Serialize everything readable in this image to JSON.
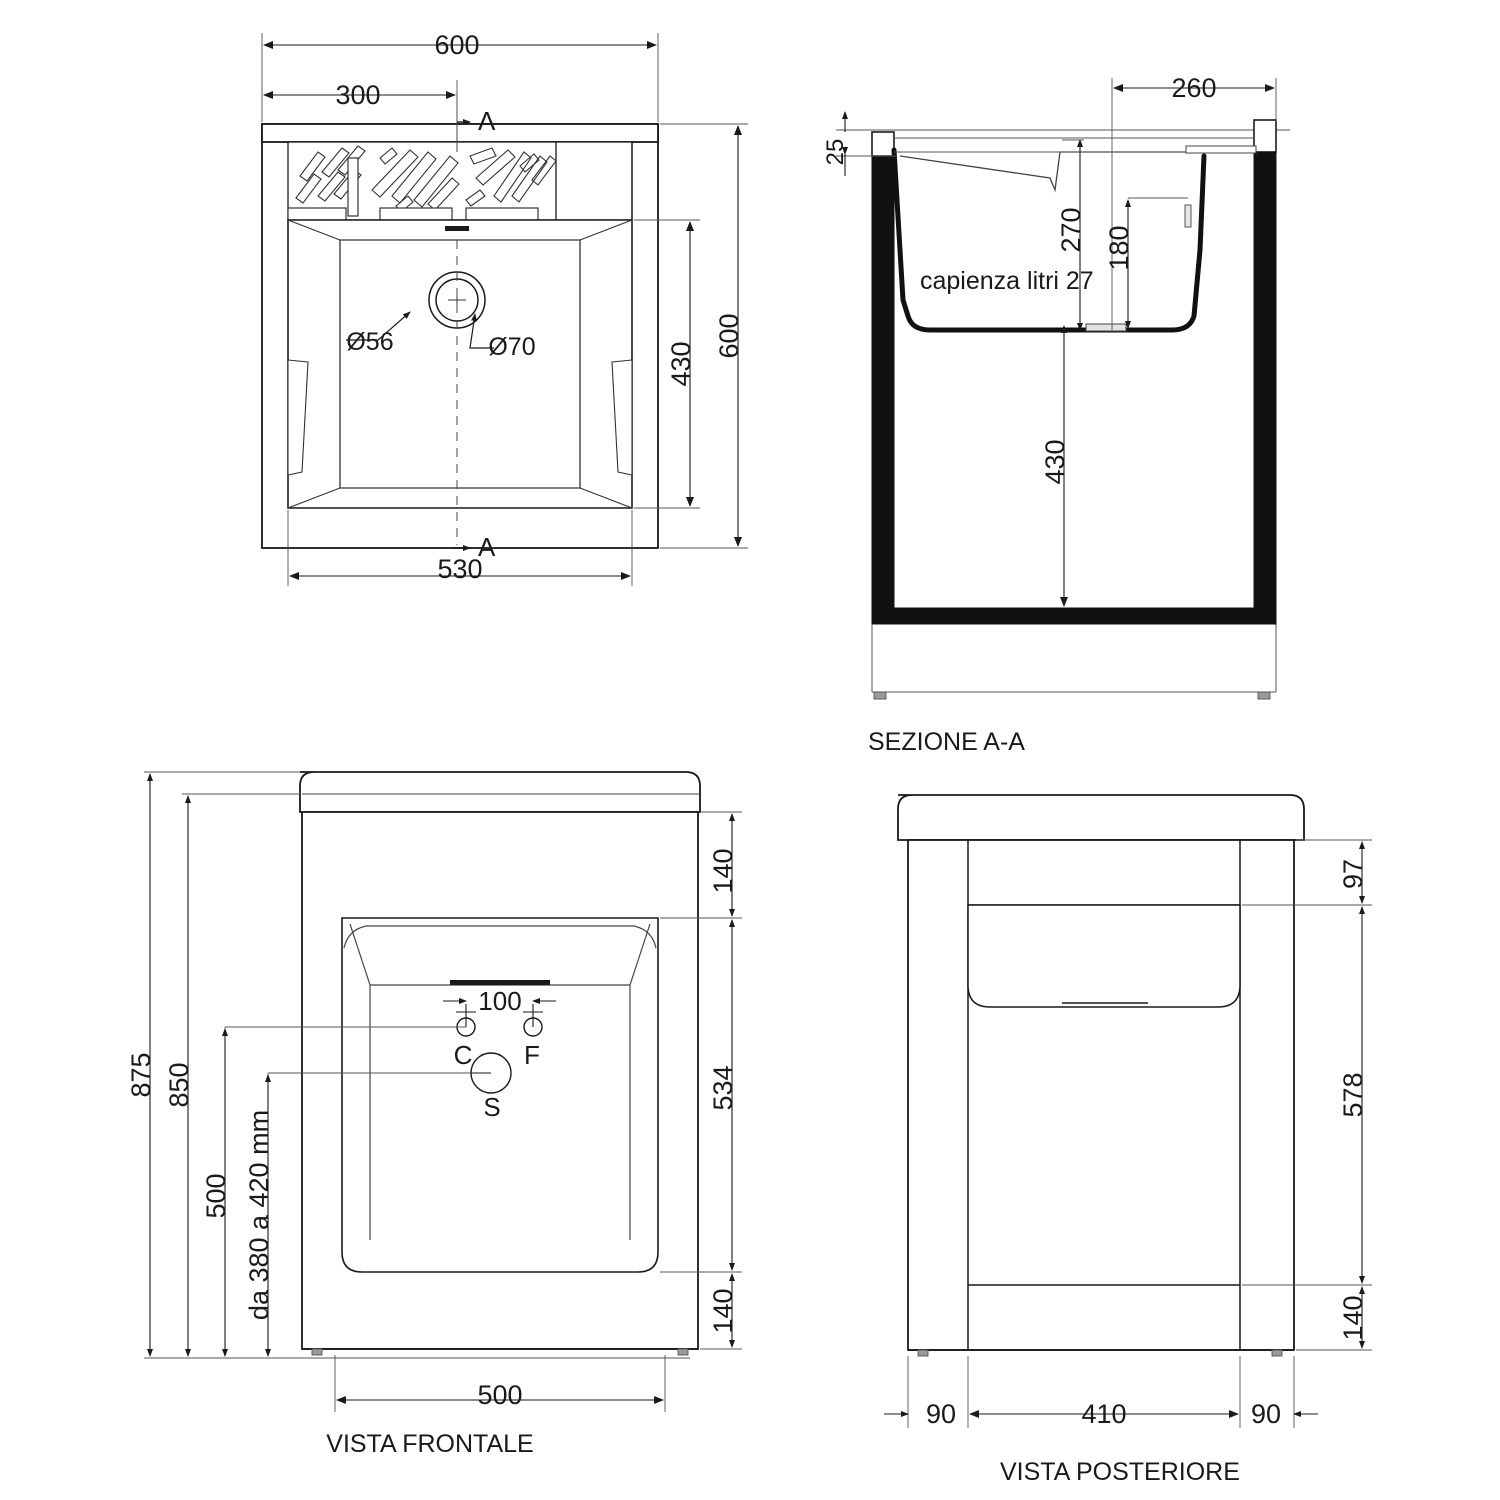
{
  "drawing": {
    "type": "technical-drawing",
    "subject": "laundry sink / washtub with cabinet",
    "units": "mm",
    "language": "it"
  },
  "views": {
    "top": {
      "name": "vista-superiore",
      "caption": "",
      "dimensions": {
        "overall_width": "600",
        "half_width": "300",
        "overall_depth": "600",
        "basin_depth": "430",
        "basin_width": "530"
      },
      "callouts": {
        "drain_inner": "Ø56",
        "drain_outer": "Ø70"
      },
      "section_marks": {
        "top": "A",
        "bottom": "A"
      }
    },
    "section": {
      "name": "sezione-a-a",
      "caption": "SEZIONE A-A",
      "dimensions": {
        "rim_thickness": "25",
        "overhang": "260",
        "basin_depth_front": "270",
        "basin_depth_rear": "180",
        "leg_height": "430"
      },
      "annotation": "capienza litri 27"
    },
    "front": {
      "name": "vista-frontale",
      "caption": "VISTA FRONTALE",
      "dimensions": {
        "total_height": "875",
        "top_height": "850",
        "tap_height": "500",
        "adjustable_range": "da 380 a 420 mm",
        "top_band": "140",
        "body_height": "534",
        "bottom_band": "140",
        "base_width": "500",
        "tap_spacing": "100"
      },
      "markers": {
        "cold": "C",
        "hot": "F",
        "drain": "S"
      }
    },
    "rear": {
      "name": "vista-posteriore",
      "caption": "VISTA POSTERIORE",
      "dimensions": {
        "top_band": "97",
        "panel_height": "578",
        "bottom_band": "140",
        "left_foot": "90",
        "center_span": "410",
        "right_foot": "90"
      }
    }
  },
  "colors": {
    "line": "#1a1a1a",
    "thin_line": "#555555",
    "fill": "#ffffff",
    "solid": "#111111",
    "text": "#1a1a1a"
  }
}
